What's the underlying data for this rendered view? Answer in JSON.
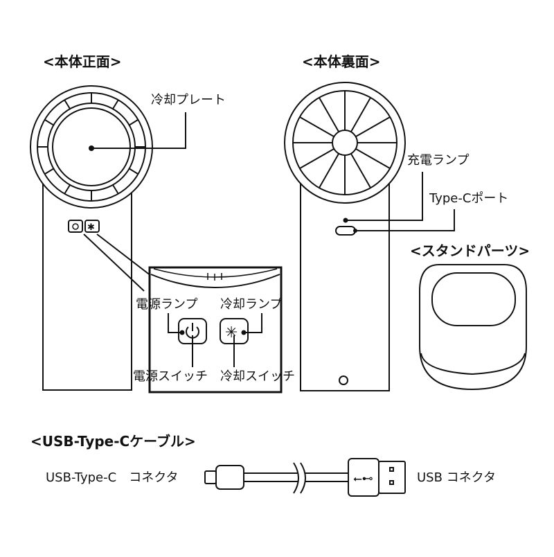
{
  "front": {
    "header": "<本体正面>",
    "cooling_plate": "冷却プレート",
    "power_lamp": "電源ランプ",
    "cooling_lamp": "冷却ランプ",
    "power_switch": "電源スイッチ",
    "cooling_switch": "冷却スイッチ"
  },
  "back": {
    "header": "<本体裏面>",
    "charge_lamp": "充電ランプ",
    "type_c_port": "Type-Cポート"
  },
  "stand": {
    "header": "<スタンドパーツ>"
  },
  "cable": {
    "header": "<USB-Type-Cケーブル>",
    "left_label": "USB-Type-C　コネクタ",
    "right_label": "USB コネクタ"
  },
  "colors": {
    "line": "#111111",
    "fill": "#ffffff"
  }
}
